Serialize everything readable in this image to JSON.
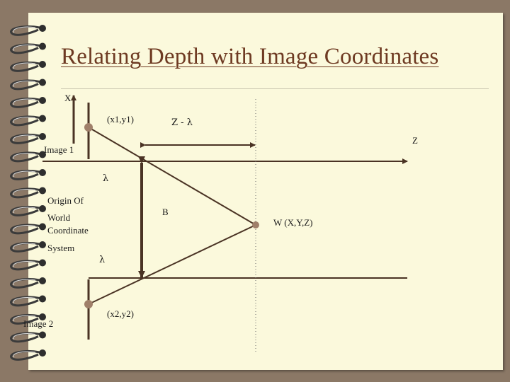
{
  "slide": {
    "title": "Relating Depth with Image Coordinates"
  },
  "labels": {
    "axis_x": "X",
    "point_top": "(x1,y1)",
    "z_minus_lambda": "Z - λ",
    "axis_z": "Z",
    "image1": "Image 1",
    "lambda_upper": "λ",
    "origin_line1": "Origin Of",
    "world_line1": "World",
    "world_line2": "Coordinate",
    "system": "System",
    "point_b": "B",
    "world_point": "W (X,Y,Z)",
    "lambda_lower": "λ",
    "image2": "Image 2",
    "point_bottom": "(x2,y2)"
  },
  "colors": {
    "background": "#8b7866",
    "page": "#fbf9dc",
    "title": "#6e3a22",
    "lines": "#4a3324",
    "dots": "#a0806a"
  },
  "icons": {
    "binding": "spiral-ring-icon"
  }
}
